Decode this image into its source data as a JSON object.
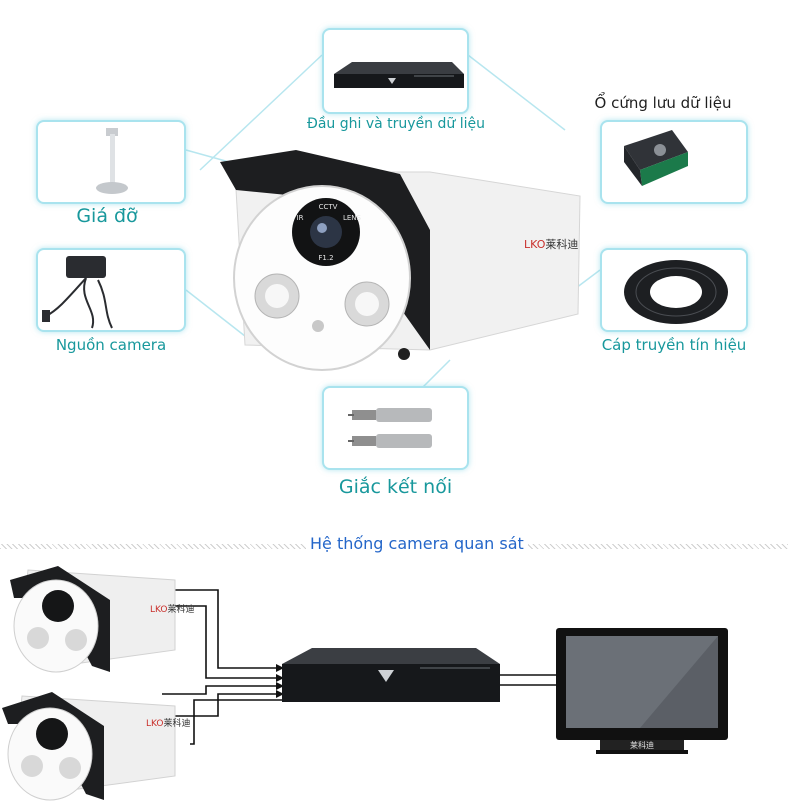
{
  "components": {
    "dvr": "Đầu ghi và truyền dữ liệu",
    "hdd": "Ổ cứng lưu dữ liệu",
    "bracket": "Giá đỡ",
    "power": "Nguồn camera",
    "cable": "Cáp truyền tín hiệu",
    "connector": "Giắc kết nối"
  },
  "section_title": "Hệ thống camera quan sát",
  "brand": {
    "logo": "LKO",
    "chinese": "莱科迪"
  },
  "lens_text": {
    "cctv": "CCTV",
    "ir": "IR",
    "f": "F1.2",
    "lens": "LENS"
  },
  "colors": {
    "label": "#18989c",
    "title": "#2466c9",
    "box_border": "#a9e3ee"
  }
}
